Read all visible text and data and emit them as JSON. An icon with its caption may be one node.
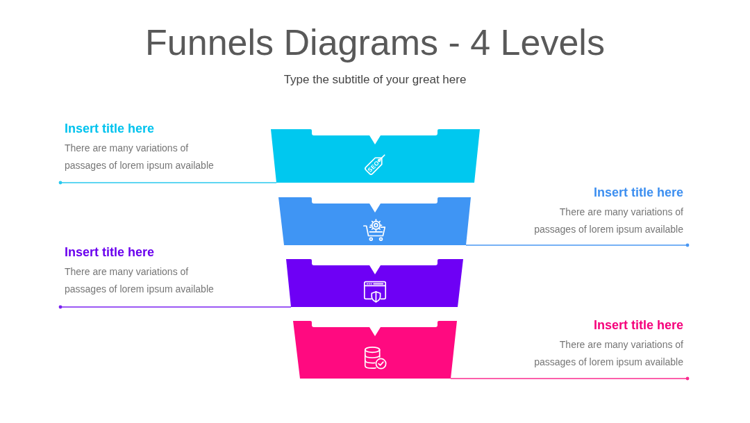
{
  "diagram": {
    "title": "Funnels Diagrams - 4 Levels",
    "nodes": [
      {
        "text": [
          "Insert title here",
          "There are many variations of passages of lorem ipsum available"
        ]
      },
      {
        "text": [],
        "shape": "trapezoid"
      },
      {
        "text": [],
        "shape": "trapezoid"
      },
      {
        "text": [
          "Insert title here",
          "There are many variations of passages of lorem ipsum available"
        ]
      },
      {
        "text": [
          "Insert title here",
          "There are many variations of passages of lorem ipsum available"
        ]
      },
      {
        "text": [],
        "shape": "trapezoid"
      },
      {
        "text": [],
        "shape": "trapezoid"
      },
      {
        "text": [
          "Insert title here",
          "There are many variations of passages of lorem ipsum available"
        ]
      }
    ],
    "edges": [
      {
        "from": 0,
        "to": 1,
        "arrow": "other",
        "color": "#29c9ee"
      },
      {
        "from": 3,
        "to": 2,
        "arrow": "other",
        "color": "#4a97f2"
      },
      {
        "from": 4,
        "to": 5,
        "arrow": "other",
        "color": "#7a22f0"
      },
      {
        "from": 7,
        "to": 6,
        "arrow": "other",
        "color": "#fb2a8e"
      }
    ],
    "labels": [
      "Type the subtitle of your great here",
      "SEO"
    ]
  }
}
